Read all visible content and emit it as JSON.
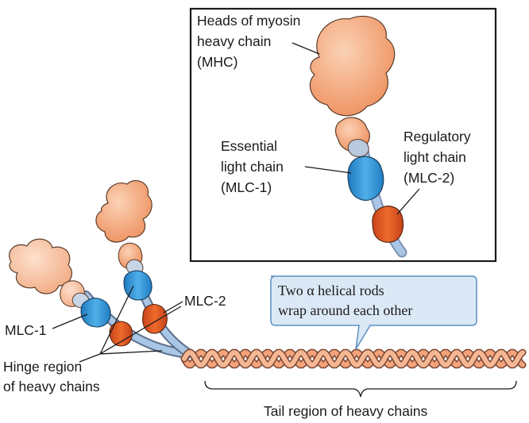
{
  "inset": {
    "heads_label": [
      "Heads of myosin",
      "heavy chain",
      "(MHC)"
    ],
    "essential_label": [
      "Essential",
      "light chain",
      "(MLC-1)"
    ],
    "regulatory_label": [
      "Regulatory",
      "light chain",
      "(MLC-2)"
    ]
  },
  "main": {
    "mlc1_label": "MLC-1",
    "mlc2_label": "MLC-2",
    "hinge_label": [
      "Hinge region",
      "of heavy chains"
    ],
    "tail_label": "Tail region of heavy chains",
    "callout": [
      "Two α helical rods",
      "wrap around each other"
    ]
  },
  "colors": {
    "head_light": "#f6b894",
    "head_dark": "#ef9464",
    "essential_blue": "#3a9bd8",
    "regulatory_orange": "#e0571f",
    "rod_blue": "#a8c6e6",
    "tail_salmon": "#f4a37b",
    "callout_fill": "#dbe9f6",
    "callout_stroke": "#5b8fc2"
  }
}
